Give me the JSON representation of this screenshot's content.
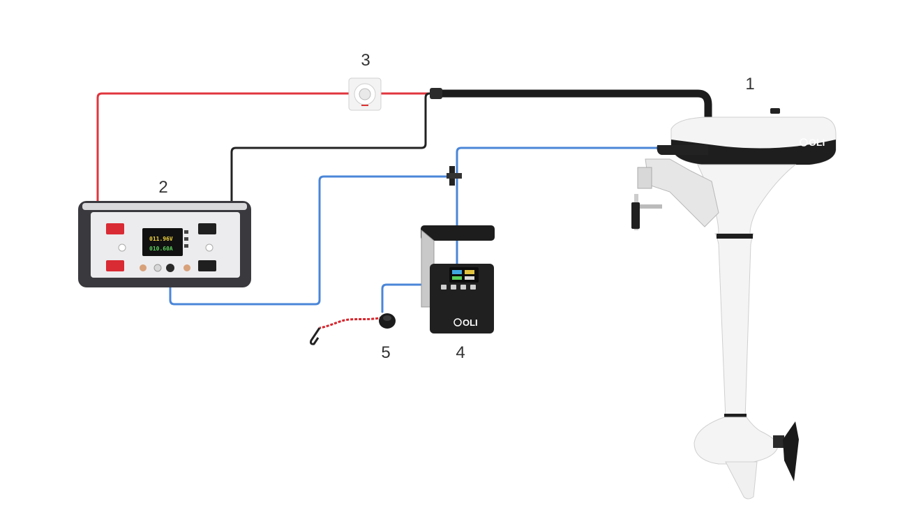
{
  "callouts": {
    "motor": "1",
    "battery": "2",
    "switch": "3",
    "throttle": "4",
    "kill_switch": "5"
  },
  "battery_display": {
    "voltage": "011.96V",
    "current": "010.60A"
  },
  "brand": {
    "motor_logo": "OLI",
    "throttle_logo": "OLI"
  },
  "colors": {
    "positive_cable": "#e0353d",
    "negative_cable": "#222222",
    "signal_cable": "#4a86d8",
    "battery_case": "#3a3a3e",
    "motor_body": "#f4f4f4"
  },
  "icons": {
    "motor": "outboard-motor-icon",
    "battery": "lithium-battery-icon",
    "switch": "battery-switch-icon",
    "throttle": "throttle-lever-icon",
    "kill_switch": "kill-switch-lanyard-icon"
  }
}
